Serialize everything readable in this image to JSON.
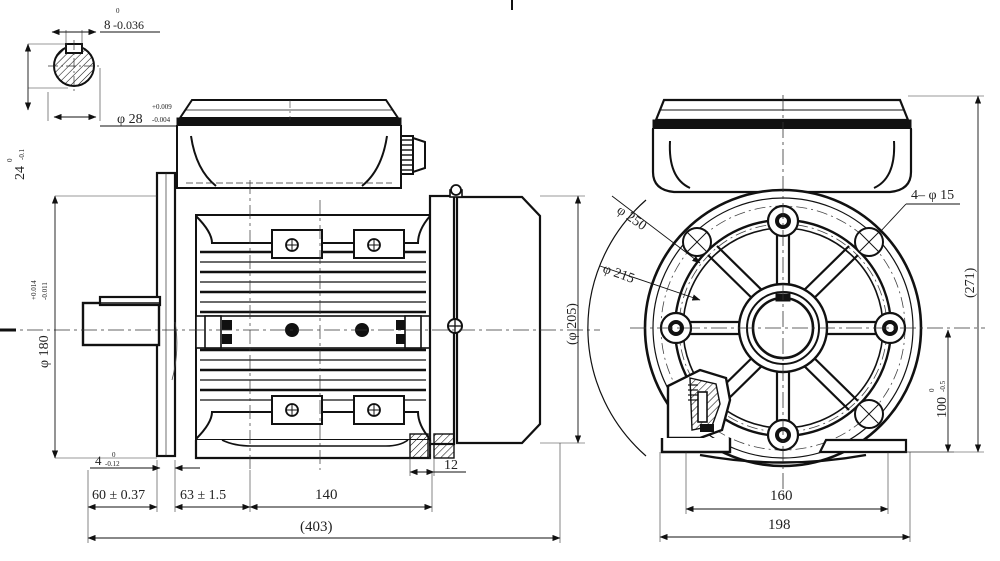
{
  "drawing": {
    "title": "Electric Motor Outline Dimension Drawing",
    "type": "mechanical-engineering-drawing",
    "projection": "first-angle",
    "views": [
      {
        "name": "side-elevation-view",
        "position": "left"
      },
      {
        "name": "end-flange-view",
        "position": "right"
      }
    ]
  },
  "detail_view": {
    "name": "shaft-keyway-section",
    "position": "top-left",
    "dimensions": {
      "key_width": {
        "value": "8",
        "upper_tol": "0",
        "lower_tol": "-0.036",
        "label": "8"
      },
      "shaft_diameter": {
        "symbol": "φ",
        "value": "28",
        "upper_tol": "+0.009",
        "lower_tol": "-0.004",
        "label": "φ 28"
      },
      "key_depth": {
        "value": "24",
        "upper_tol": "0",
        "lower_tol": "-0.1",
        "label": "24",
        "orientation": "vertical"
      }
    }
  },
  "side_view": {
    "name": "side-elevation",
    "dimensions": {
      "flange_spigot": {
        "symbol": "φ",
        "value": "180",
        "upper_tol": "+0.014",
        "lower_tol": "-0.011",
        "label": "φ 180",
        "orientation": "vertical",
        "position": "left"
      },
      "housing_diameter": {
        "label": "(φ 205)",
        "orientation": "vertical",
        "position": "right",
        "reference": true
      },
      "shaft_extension": {
        "label": "60 ± 0.37",
        "position": "bottom"
      },
      "flange_to_body": {
        "label": "63 ± 1.5",
        "position": "bottom"
      },
      "body_length": {
        "label": "140",
        "position": "bottom"
      },
      "foot_width": {
        "label": "12",
        "position": "bottom"
      },
      "overall_length": {
        "label": "(403)",
        "position": "bottom",
        "reference": true
      },
      "flange_thickness": {
        "value": "4",
        "upper_tol": "0",
        "lower_tol": "-0.12",
        "label": "4",
        "position": "bottom-left"
      }
    },
    "features": [
      "terminal-box",
      "cable-gland",
      "cooling-fins",
      "mounting-flange",
      "output-shaft",
      "keyway",
      "fan-cowl",
      "lifting-eye",
      "foot-base",
      "centerline"
    ]
  },
  "end_view": {
    "name": "end-flange-view",
    "dimensions": {
      "bolt_circle": {
        "symbol": "φ",
        "value": "250",
        "label": "φ 250",
        "type": "leader"
      },
      "spigot_circle": {
        "symbol": "φ",
        "value": "215",
        "label": "φ 215",
        "type": "leader"
      },
      "mounting_holes": {
        "count": "4",
        "symbol": "φ",
        "value": "15",
        "label": "4– φ 15",
        "type": "leader"
      },
      "overall_height": {
        "label": "(271)",
        "orientation": "vertical",
        "position": "right",
        "reference": true
      },
      "foot_height": {
        "value": "100",
        "upper_tol": "0",
        "lower_tol": "-0.5",
        "label": "100",
        "orientation": "vertical",
        "position": "right"
      },
      "foot_span": {
        "label": "160",
        "position": "bottom"
      },
      "base_width": {
        "label": "198",
        "position": "bottom"
      }
    },
    "features": [
      "terminal-box",
      "flange-face",
      "six-spoke-web",
      "center-bore",
      "bolt-holes",
      "foot-pads",
      "section-detail"
    ]
  },
  "colors": {
    "line": "#111111",
    "thin_line": "#333333",
    "background": "#ffffff",
    "hatch": "#111111"
  }
}
